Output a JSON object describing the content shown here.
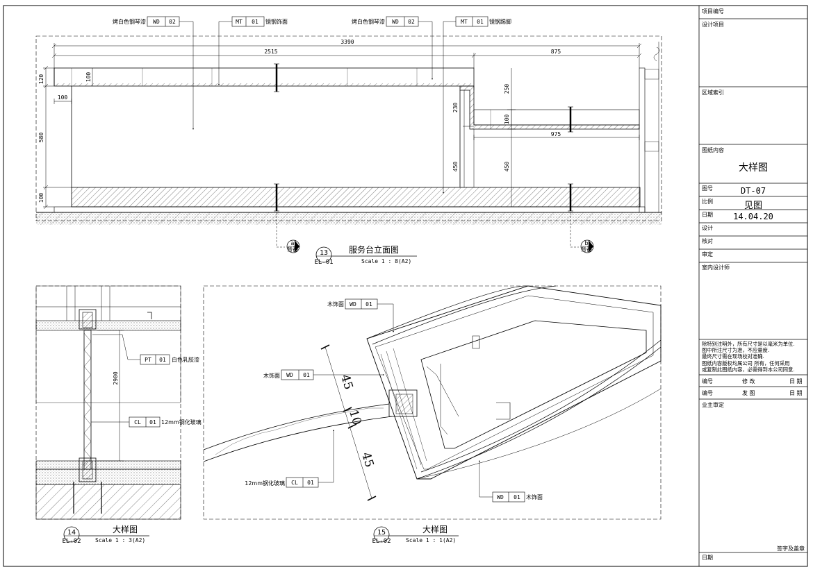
{
  "elevation": {
    "callouts": [
      {
        "desc": "烤白色钢琴漆",
        "code": "WD",
        "num": "02"
      },
      {
        "desc": "镜钢饰面",
        "code": "MT",
        "num": "01"
      },
      {
        "desc": "烤白色钢琴漆",
        "code": "WD",
        "num": "02"
      },
      {
        "desc": "镜钢踢脚",
        "code": "MT",
        "num": "01"
      }
    ],
    "dims": {
      "total": "3390",
      "left": "2515",
      "right": "875",
      "lower_right": "975",
      "v120": "120",
      "v100a": "100",
      "v580": "580",
      "v100b": "100",
      "h100": "100",
      "v230": "230",
      "v450a": "450",
      "v250": "250",
      "v100c": "100",
      "v450b": "450"
    },
    "section_marks": [
      {
        "letter": "a",
        "sheet": "背番"
      },
      {
        "letter": "b",
        "sheet": "背番"
      }
    ],
    "title": {
      "num": "13",
      "sheet": "EL-01",
      "name": "服务台立面图",
      "scale": "Scale 1 : 8(A2)"
    }
  },
  "detail14": {
    "callouts": [
      {
        "code": "PT",
        "num": "01",
        "desc": "白色乳胶漆"
      },
      {
        "code": "CL",
        "num": "01",
        "desc": "12mm钢化玻璃"
      }
    ],
    "dim": "2900",
    "title": {
      "num": "14",
      "sheet": "EL-02",
      "name": "大样图",
      "scale": "Scale 1 : 3(A2)"
    }
  },
  "detail15": {
    "callouts": [
      {
        "desc": "木饰面",
        "code": "WD",
        "num": "01"
      },
      {
        "desc": "木饰面",
        "code": "WD",
        "num": "01"
      },
      {
        "desc": "12mm钢化玻璃",
        "code": "CL",
        "num": "01"
      },
      {
        "code": "WD",
        "num": "01",
        "desc": "木饰面"
      }
    ],
    "dims": {
      "a": "45",
      "b": "10",
      "c": "45"
    },
    "title": {
      "num": "15",
      "sheet": "EL-02",
      "name": "大样图",
      "scale": "Scale 1 : 1(A2)"
    }
  },
  "title_block": {
    "project_no": "项目编号",
    "project": "设计项目",
    "area": "区域索引",
    "content_label": "图纸内容",
    "content_value": "大样图",
    "drawing_no_label": "图号",
    "drawing_no": "DT-07",
    "scale_label": "比例",
    "scale_value": "见图",
    "date_label": "日期",
    "date_value": "14.04.20",
    "design": "设计",
    "check": "核对",
    "review": "审定",
    "interior": "室内设计师",
    "notes": [
      "除特别注明外，所有尺寸是以毫米为单位.",
      "图中所注尺寸为准，不应量度.",
      "最终尺寸需在现场校对准确.",
      "图纸内容版权均属公司 所有，任何采用",
      "或复制此图纸内容，必需得到本公司同意."
    ],
    "rev_no": "编号",
    "rev_mod": "修 改",
    "rev_date": "日 期",
    "iss_no": "编号",
    "iss_mod": "发 图",
    "iss_date": "日 期",
    "owner": "业主审定",
    "sign": "签字及盖章",
    "date_bottom": "日期"
  }
}
